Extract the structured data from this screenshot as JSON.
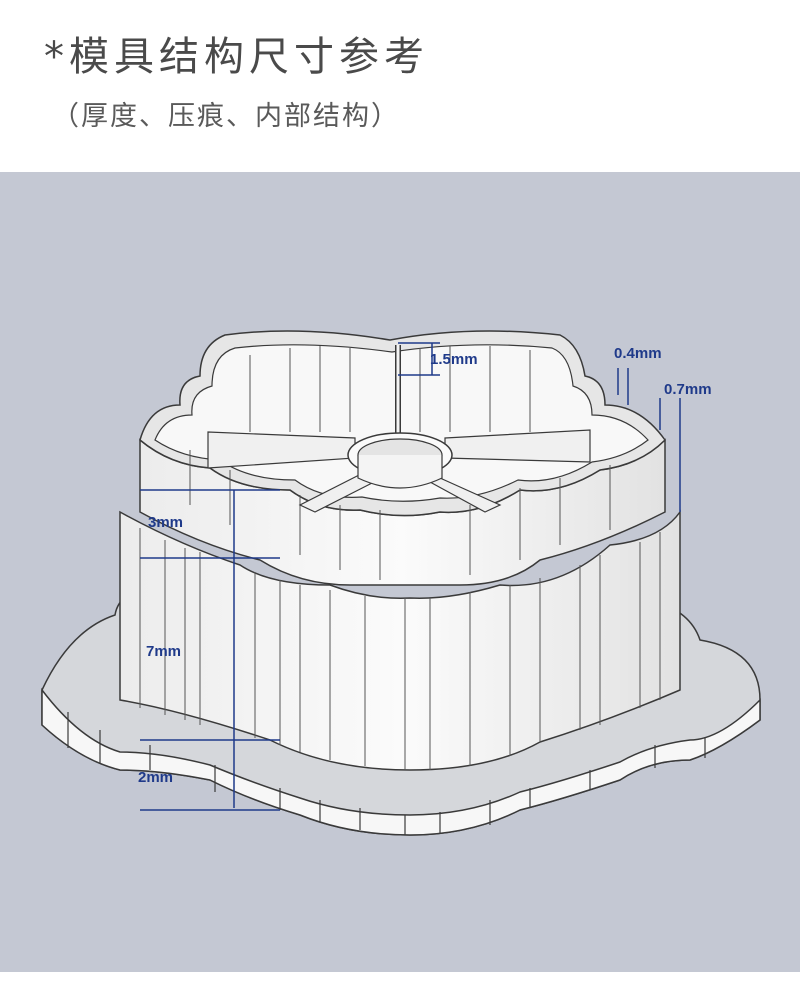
{
  "header": {
    "title": "*模具结构尺寸参考",
    "subtitle": "（厚度、压痕、内部结构）"
  },
  "dimensions": {
    "top_depth": "1.5mm",
    "wall_thin": "0.4mm",
    "wall_thick": "0.7mm",
    "emboss_depth": "3mm",
    "height": "7mm",
    "base": "2mm"
  },
  "colors": {
    "background": "#c4c8d3",
    "dimension_line": "#1f3a8a",
    "mold_fill": "#f7f7f7",
    "mold_stroke": "#3a3a3a"
  }
}
